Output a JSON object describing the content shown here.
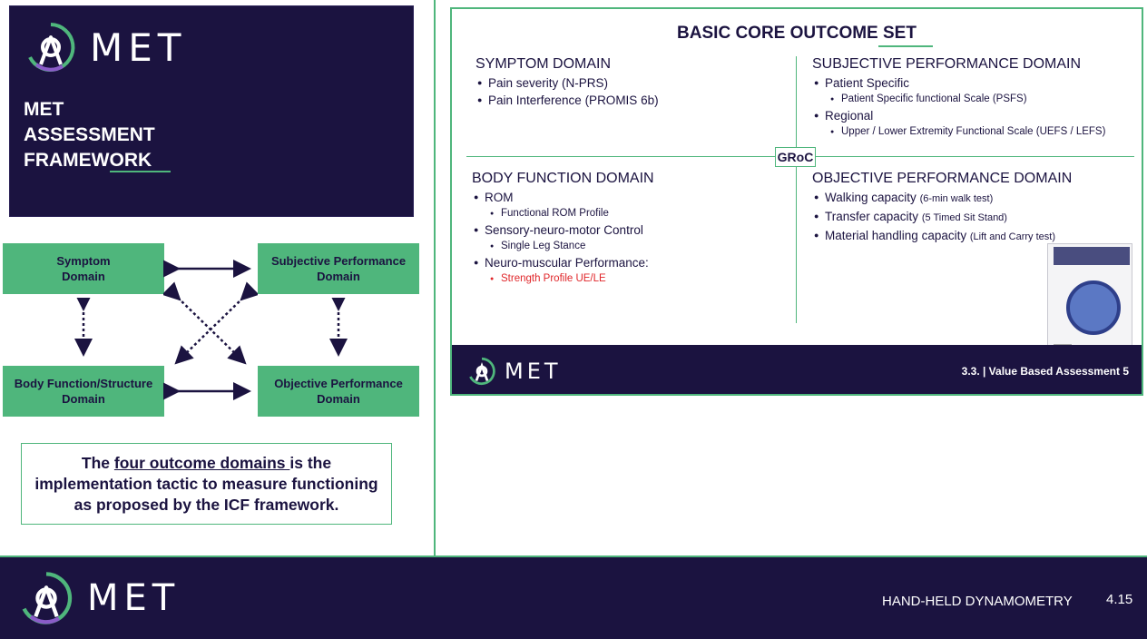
{
  "hero": {
    "logo_text": "MET",
    "title_lines": [
      "MET",
      "ASSESSMENT",
      "FRAMEWORK"
    ]
  },
  "domains": {
    "symptom": "Symptom Domain",
    "subjective": "Subjective Performance Domain",
    "body": "Body Function/Structure Domain",
    "objective": "Objective Performance Domain"
  },
  "note": {
    "prefix": "The ",
    "underlined": "four outcome domains ",
    "suffix": "is the implementation tactic to measure functioning as proposed by the ICF framework."
  },
  "slide": {
    "title": "BASIC CORE OUTCOME SET",
    "center_label": "GRoC",
    "symptom": {
      "heading": "SYMPTOM DOMAIN",
      "items": [
        "Pain severity (N-PRS)",
        "Pain Interference (PROMIS 6b)"
      ]
    },
    "subjective": {
      "heading": "SUBJECTIVE PERFORMANCE DOMAIN",
      "item1": "Patient Specific",
      "item1_sub": "Patient Specific functional Scale  (PSFS)",
      "item2": "Regional",
      "item2_sub": "Upper / Lower Extremity Functional Scale (UEFS / LEFS)"
    },
    "body": {
      "heading": "BODY FUNCTION DOMAIN",
      "item1": "ROM",
      "item1_sub": "Functional ROM Profile",
      "item2": "Sensory-neuro-motor Control",
      "item2_sub": "Single Leg Stance",
      "item3": "Neuro-muscular Performance:",
      "item3_sub": "Strength Profile UE/LE"
    },
    "objective": {
      "heading": "OBJECTIVE PERFORMANCE DOMAIN",
      "item1": "Walking capacity",
      "item1_detail": "(6-min walk test)",
      "item2": "Transfer capacity",
      "item2_detail": "(5 Timed Sit Stand)",
      "item3": "Material handling capacity",
      "item3_detail": "(Lift and Carry test)"
    },
    "footer": {
      "logo_text": "MET",
      "text": "3.3. | Value Based Assessment   5"
    }
  },
  "bottom": {
    "logo_text": "MET",
    "label": "HAND-HELD DYNAMOMETRY",
    "page": "4.15"
  },
  "colors": {
    "navy": "#1b1340",
    "green": "#4fb67c",
    "red": "#e0262a"
  }
}
